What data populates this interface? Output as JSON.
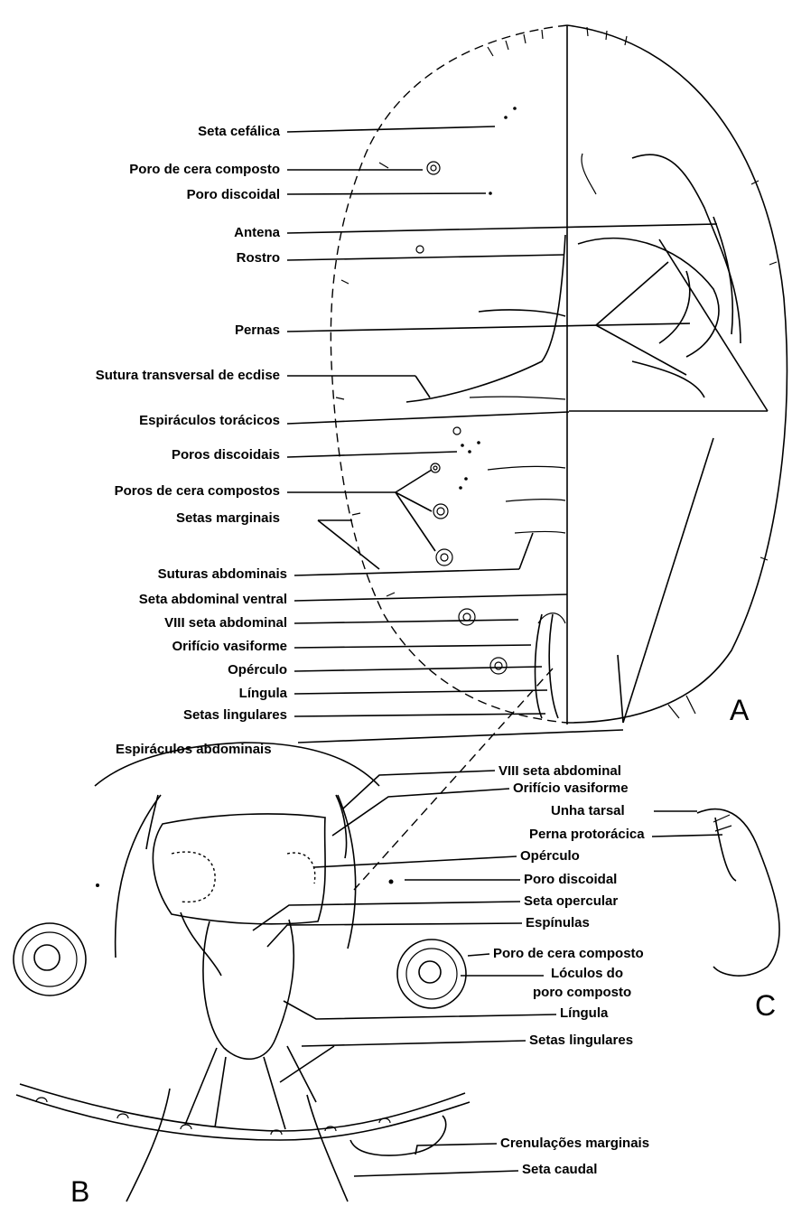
{
  "panel_A": {
    "letter": "A",
    "labels": [
      "Seta cefálica",
      "Poro de cera composto",
      "Poro discoidal",
      "Antena",
      "Rostro",
      "Pernas",
      "Sutura transversal de ecdise",
      "Espiráculos torácicos",
      "Poros discoidais",
      "Poros de cera compostos",
      "Setas marginais",
      "Suturas abdominais",
      "Seta abdominal ventral",
      "VIII seta abdominal",
      "Orifício vasiforme",
      "Opérculo",
      "Língula",
      "Setas lingulares",
      "Espiráculos abdominais"
    ]
  },
  "panel_B": {
    "letter": "B",
    "labels": [
      "VIII seta abdominal",
      "Orifício vasiforme",
      "Opérculo",
      "Poro discoidal",
      "Seta opercular",
      "Espínulas",
      "Poro de cera composto",
      "Lóculos do",
      "poro composto",
      "Língula",
      "Setas lingulares",
      "Crenulações marginais",
      "Seta caudal"
    ]
  },
  "panel_C": {
    "letter": "C",
    "labels": [
      "Unha tarsal",
      "Perna protorácica"
    ]
  }
}
